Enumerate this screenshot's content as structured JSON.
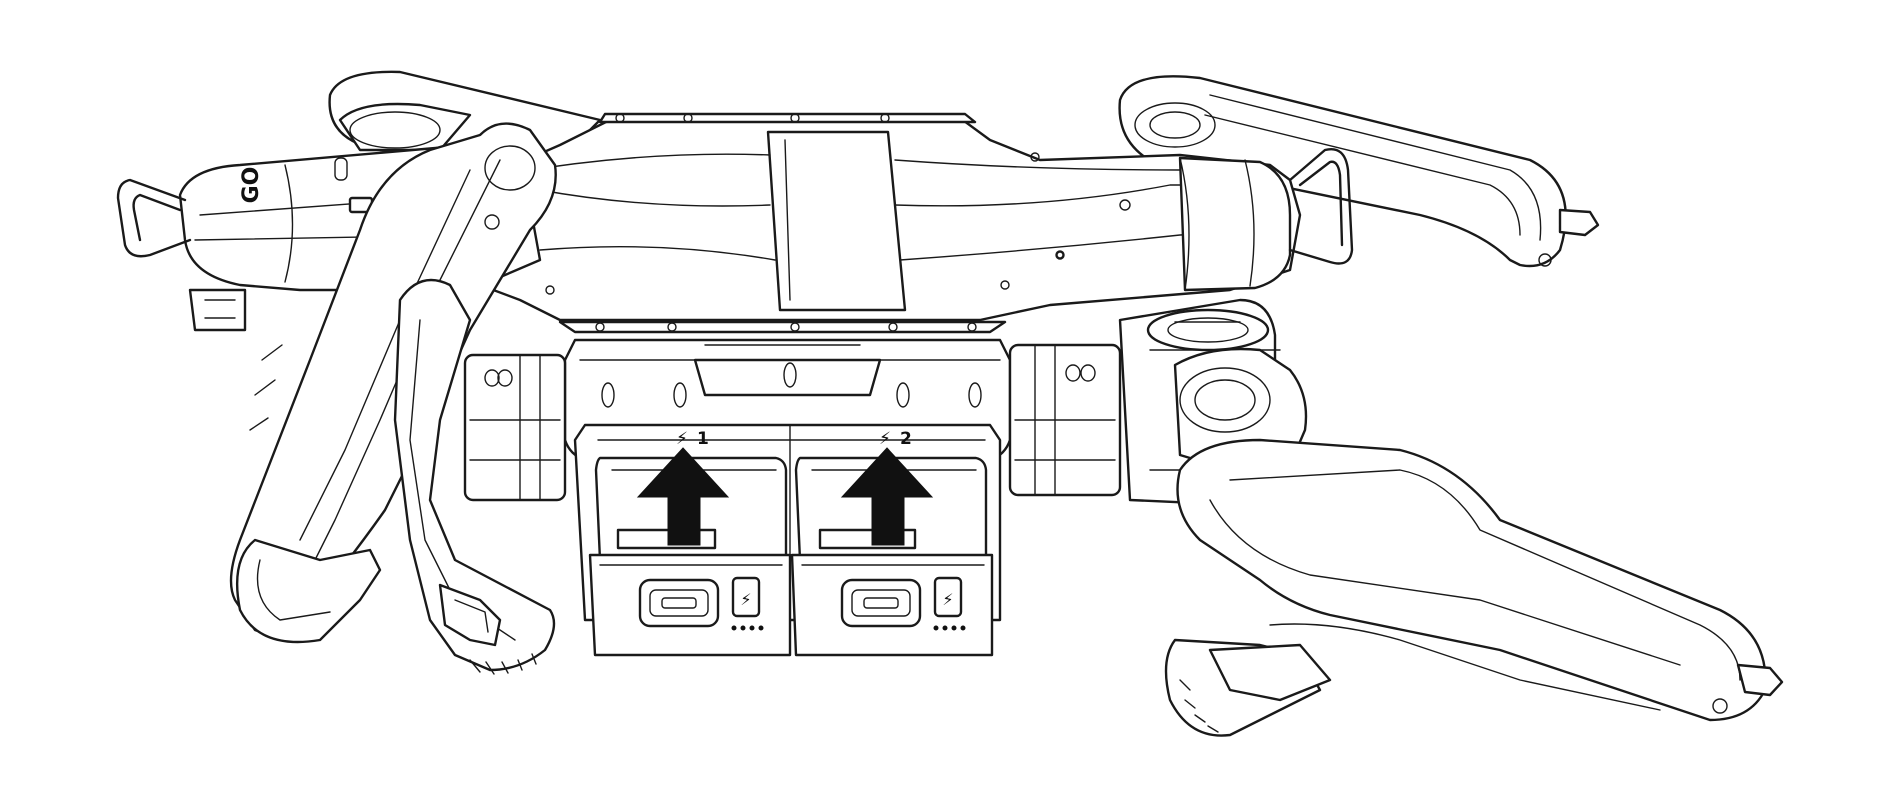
{
  "figure": {
    "battery_slots": [
      {
        "icon": "lightning-bolt-icon",
        "label": "1"
      },
      {
        "icon": "lightning-bolt-icon",
        "label": "2"
      }
    ],
    "body_logo": "GO",
    "arrows": [
      {
        "icon": "arrow-up-icon",
        "meaning": "insert"
      },
      {
        "icon": "arrow-up-icon",
        "meaning": "insert"
      }
    ],
    "colors": {
      "line": "#1a1a1a",
      "background": "#ffffff",
      "arrow": "#111111"
    }
  }
}
